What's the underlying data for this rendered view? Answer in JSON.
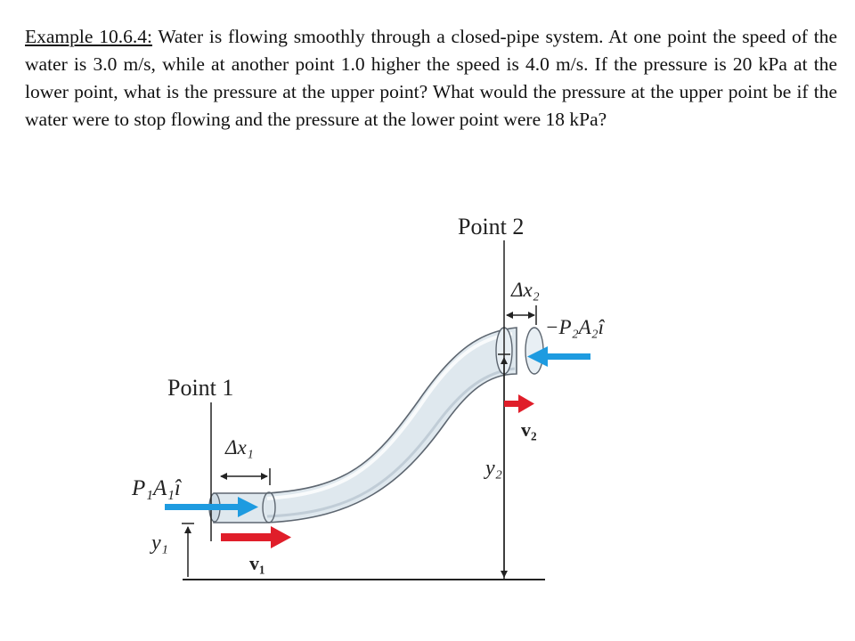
{
  "problem": {
    "example_label": "Example 10.6.4:",
    "text": "Water is flowing smoothly through a closed-pipe system. At one point the speed of the water is 3.0 m/s, while at another point 1.0 higher the speed is 4.0 m/s. If the pressure is 20 kPa at the lower point, what is the pressure at the upper point? What would the pressure at the upper point be if the water were to stop flowing and the pressure at the lower point were 18 kPa?"
  },
  "figure": {
    "point1_label": "Point 1",
    "point2_label": "Point 2",
    "dx1_label": "Δx₁",
    "dx2_label": "Δx₂",
    "force1_label": "P₁A₁î",
    "force2_label": "−P₂A₂î",
    "v1_label": "v₁",
    "v2_label": "v₂",
    "y1_label": "y₁",
    "y2_label": "y₂",
    "colors": {
      "force_arrow": "#1e9be0",
      "velocity_arrow": "#e01e2a",
      "pipe_fill": "#dfe8ee",
      "pipe_outline": "#5d6670"
    }
  }
}
